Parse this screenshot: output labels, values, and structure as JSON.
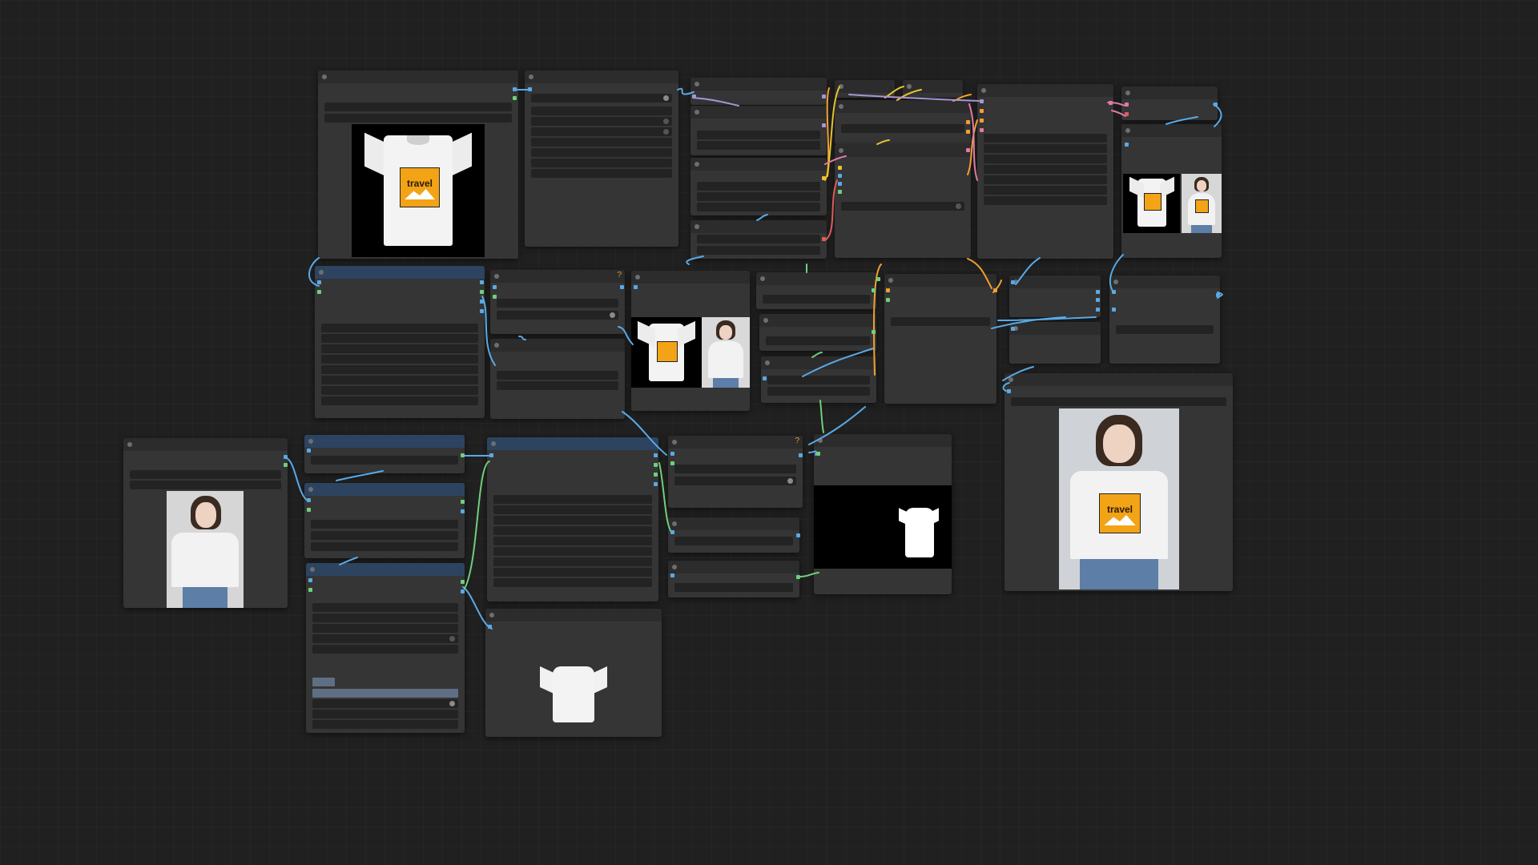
{
  "canvas": {
    "background": "#202020",
    "wire_colors": {
      "image": "#64b5f6",
      "mask": "#81c784",
      "latent": "#ff80ab",
      "model": "#b39ddb",
      "conditioning": "#ffa931",
      "vae": "#ff6e6e",
      "clip": "#ffd500"
    }
  },
  "nodes": [
    {
      "id": "load-image-shirt",
      "kind": "image-preview",
      "preview": "t-shirt-travel"
    },
    {
      "id": "node-settings-1",
      "kind": "widgets"
    },
    {
      "id": "node-column-3",
      "kind": "widgets"
    },
    {
      "id": "node-column-4",
      "kind": "widgets"
    },
    {
      "id": "node-column-5",
      "kind": "widgets"
    },
    {
      "id": "preview-pair-top",
      "kind": "image-preview",
      "preview": "shirt-and-model"
    },
    {
      "id": "blue-group-node-1",
      "kind": "widgets"
    },
    {
      "id": "preview-pair-middle",
      "kind": "image-preview",
      "preview": "shirt-and-model"
    },
    {
      "id": "load-image-model",
      "kind": "image-preview",
      "preview": "model-white-tee"
    },
    {
      "id": "mask-preview",
      "kind": "image-preview",
      "preview": "white-shirt-mask"
    },
    {
      "id": "cutout-preview",
      "kind": "image-preview",
      "preview": "white-shirt-cutout"
    },
    {
      "id": "result-preview",
      "kind": "image-preview",
      "preview": "model-travel-tee"
    }
  ],
  "preview_art": {
    "logo_text": "travel",
    "logo_color": "#f2a316",
    "shirt_color": "#f3f3f3",
    "jeans_color": "#5d7ea6"
  }
}
